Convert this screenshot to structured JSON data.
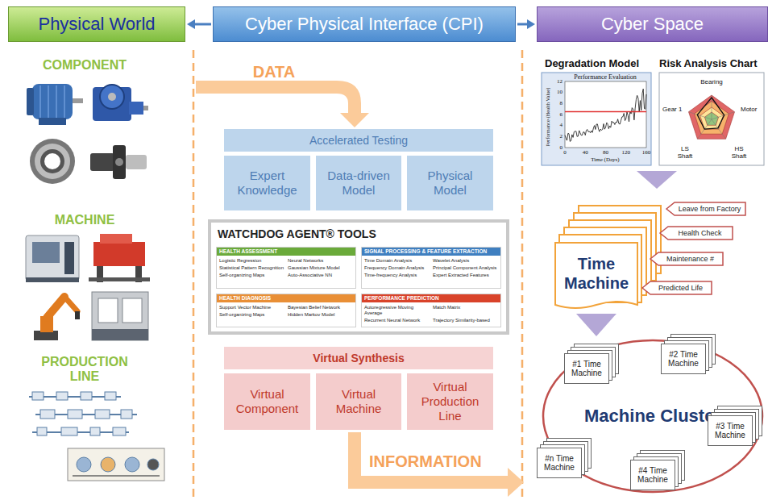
{
  "diagram": {
    "nodes": [
      {
        "text": [
          "Physical World"
        ]
      },
      {
        "text": [
          "Cyber Physical Interface (CPI)"
        ]
      },
      {
        "text": [
          "Cyber Space"
        ]
      },
      {
        "text": [
          "Accelerated Testing"
        ]
      },
      {
        "text": [
          "Expert Knowledge"
        ]
      },
      {
        "text": [
          "Data-driven Model"
        ]
      },
      {
        "text": [
          "Physical Model"
        ]
      },
      {
        "text": [
          "WATCHDOG AGENT® TOOLS"
        ]
      },
      {
        "text": [
          "HEALTH ASSESSMENT",
          "Logistic Regression",
          "Neural Networks",
          "Statistical Pattern Recognition",
          "Gaussian Mixture Model",
          "Self-organizing Maps",
          "Auto-Associative NN"
        ],
        "in": 7
      },
      {
        "text": [
          "SIGNAL PROCESSING & FEATURE EXTRACTION",
          "Time Domain Analysis",
          "Wavelet Analysis",
          "Frequency Domain Analysis",
          "Principal Component Analysis",
          "Time-frequency Analysis",
          "Expert Extracted Features"
        ],
        "in": 7
      },
      {
        "text": [
          "HEALTH DIAGNOSIS",
          "Support Vector Machine",
          "Bayesian Belief Network",
          "Self-organizing Maps",
          "Hidden Markov Model"
        ],
        "in": 7
      },
      {
        "text": [
          "PERFORMANCE PREDICTION",
          "Autoregressive Moving Average",
          "Match Matrix",
          "Recurrent Neural Network",
          "Trajectory Similarity-based"
        ],
        "in": 7
      },
      {
        "text": [
          "Virtual Synthesis"
        ]
      },
      {
        "text": [
          "Virtual Component"
        ]
      },
      {
        "text": [
          "Virtual Machine"
        ]
      },
      {
        "text": [
          "Virtual Production Line"
        ]
      },
      {
        "text": [
          "Time Machine"
        ]
      },
      {
        "text": [
          "Leave from Factory"
        ]
      },
      {
        "text": [
          "Health Check"
        ]
      },
      {
        "text": [
          "Maintenance #"
        ]
      },
      {
        "text": [
          "Predicted Life"
        ]
      },
      {
        "text": [
          "Machine Cluster"
        ]
      },
      {
        "text": [
          "#1 Time Machine"
        ]
      },
      {
        "text": [
          "#2 Time Machine"
        ]
      },
      {
        "text": [
          "#3 Time Machine"
        ]
      },
      {
        "text": [
          "#n Time Machine"
        ]
      },
      {
        "text": [
          "#4 Time Machine"
        ]
      }
    ],
    "edges": [
      {
        "from": 1,
        "to": 0,
        "arrow": "to"
      },
      {
        "from": 1,
        "to": 2,
        "arrow": "to"
      },
      {
        "from": 16,
        "to": 21,
        "arrow": "to"
      }
    ],
    "labels": [
      "COMPONENT",
      "MACHINE",
      "PRODUCTION LINE",
      "DATA",
      "INFORMATION",
      "Degradation Model",
      "Risk Analysis Chart",
      "Performance Evaluation",
      "Performance (Health Value)",
      "0",
      "2",
      "4",
      "6",
      "8",
      "10",
      "12",
      "0",
      "40",
      "80",
      "120",
      "160",
      "Time (Days)",
      "Bearing",
      "Motor",
      "HS Shaft",
      "LS Shaft",
      "Gear 1"
    ]
  }
}
